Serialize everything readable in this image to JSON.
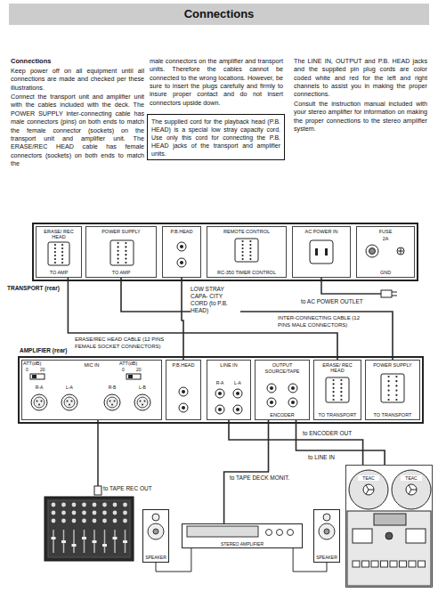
{
  "diagram": {
    "title": "Connections",
    "nodes": [
      {
        "text": [
          "Connections"
        ]
      },
      {
        "text": [
          "The supplied cord for the playback head (P.B. HEAD) is a special low stray capacity cord. Use only this cord for connecting the P.B. HEAD jacks of the transport and amplifier units."
        ]
      },
      {
        "text": [
          "TRANSPORT (rear)"
        ]
      },
      {
        "text": [
          "ERASE/ REC HEAD",
          "TO AMP"
        ],
        "in": 2
      },
      {
        "text": [
          "POWER SUPPLY",
          "TO AMP"
        ],
        "in": 2
      },
      {
        "text": [
          "P.B.HEAD"
        ],
        "in": 2
      },
      {
        "text": [
          "REMOTE CONTROL",
          "RC-350 TIMER CONTROL"
        ],
        "in": 2
      },
      {
        "text": [
          "AC POWER IN"
        ],
        "in": 2
      },
      {
        "text": [
          "FUSE",
          "2A",
          "GND"
        ],
        "in": 2
      },
      {
        "text": [
          "AMPLIFIER (rear)"
        ]
      },
      {
        "text": [
          "MIC IN"
        ],
        "in": 9
      },
      {
        "text": [
          "P.B.HEAD"
        ],
        "in": 9
      },
      {
        "text": [
          "LINE IN"
        ],
        "in": 9
      },
      {
        "text": [
          "OUTPUT",
          "SOURCE/TAPE",
          "ENCODER"
        ],
        "in": 9
      },
      {
        "text": [
          "ERASE/ REC HEAD",
          "TO TRANSPORT"
        ],
        "in": 9
      },
      {
        "text": [
          "POWER SUPPLY",
          "TO TRANSPORT"
        ],
        "in": 9
      },
      {
        "text": [
          "SPEAKER"
        ]
      },
      {
        "text": [
          "STEREO AMPLIFIER"
        ]
      },
      {
        "text": [
          "SPEAKER"
        ]
      },
      {
        "text": [
          "TEAC",
          "TEAC"
        ]
      }
    ],
    "edges": [
      {
        "from": 3,
        "to": 14,
        "label": "ERASE/REC HEAD CABLE (12 PINS FEMALE SOCKET CONNECTORS)",
        "arrow": "none"
      },
      {
        "from": 4,
        "to": 15,
        "label": "INTER-CONNECTING CABLE (12 PINS MALE CONNECTORS)",
        "arrow": "none"
      },
      {
        "from": 5,
        "to": 11,
        "label": "LOW STRAY CAPA- CITY CORD (to P.B. HEAD)",
        "arrow": "none"
      },
      {
        "from": 12,
        "to": 19,
        "label": "to ENCODER OUT",
        "arrow": "none"
      },
      {
        "from": 13,
        "to": 19,
        "label": "to LINE IN",
        "arrow": "none"
      },
      {
        "from": 13,
        "to": 17,
        "label": "to TAPE DECK MONIT.",
        "arrow": "none"
      },
      {
        "from": 17,
        "to": 16,
        "arrow": "none"
      },
      {
        "from": 17,
        "to": 18,
        "arrow": "none"
      }
    ],
    "labels": [
      "Connections",
      "Keep power off on all equipment until all connections are made and checked per these illustrations.",
      "Connect the transport unit and amplifier unit with the cables included with the deck. The POWER SUPPLY inter-connecting cable has male connectors (pins) on both ends to match the female connector (sockets) on the transport unit and amplifier unit. The ERASE/REC HEAD cable has female connectors (sockets) on both ends to match the",
      "male connectors on the amplifier and transport units. Therefore the cables cannot be connected to the wrong locations. However, be sure to insert the plugs carefully and firmly to insure proper contact and do not insert connectors upside down.",
      "The LINE IN, OUTPUT and P.B. HEAD jacks and the supplied pin plug cords are color coded white and red for the left and right channels to assist you in making the proper connections.",
      "Consult the instruction manual included with your stereo amplifier for information on making the proper connections to the stereo amplifier system.",
      "to AC POWER OUTLET",
      "ATT(dB)",
      "0",
      "20",
      "ATT(dB)",
      "0",
      "20",
      "R-A",
      "L-A",
      "R-B",
      "L-B",
      "R-A",
      "L-A",
      "to TAPE REC OUT"
    ]
  }
}
